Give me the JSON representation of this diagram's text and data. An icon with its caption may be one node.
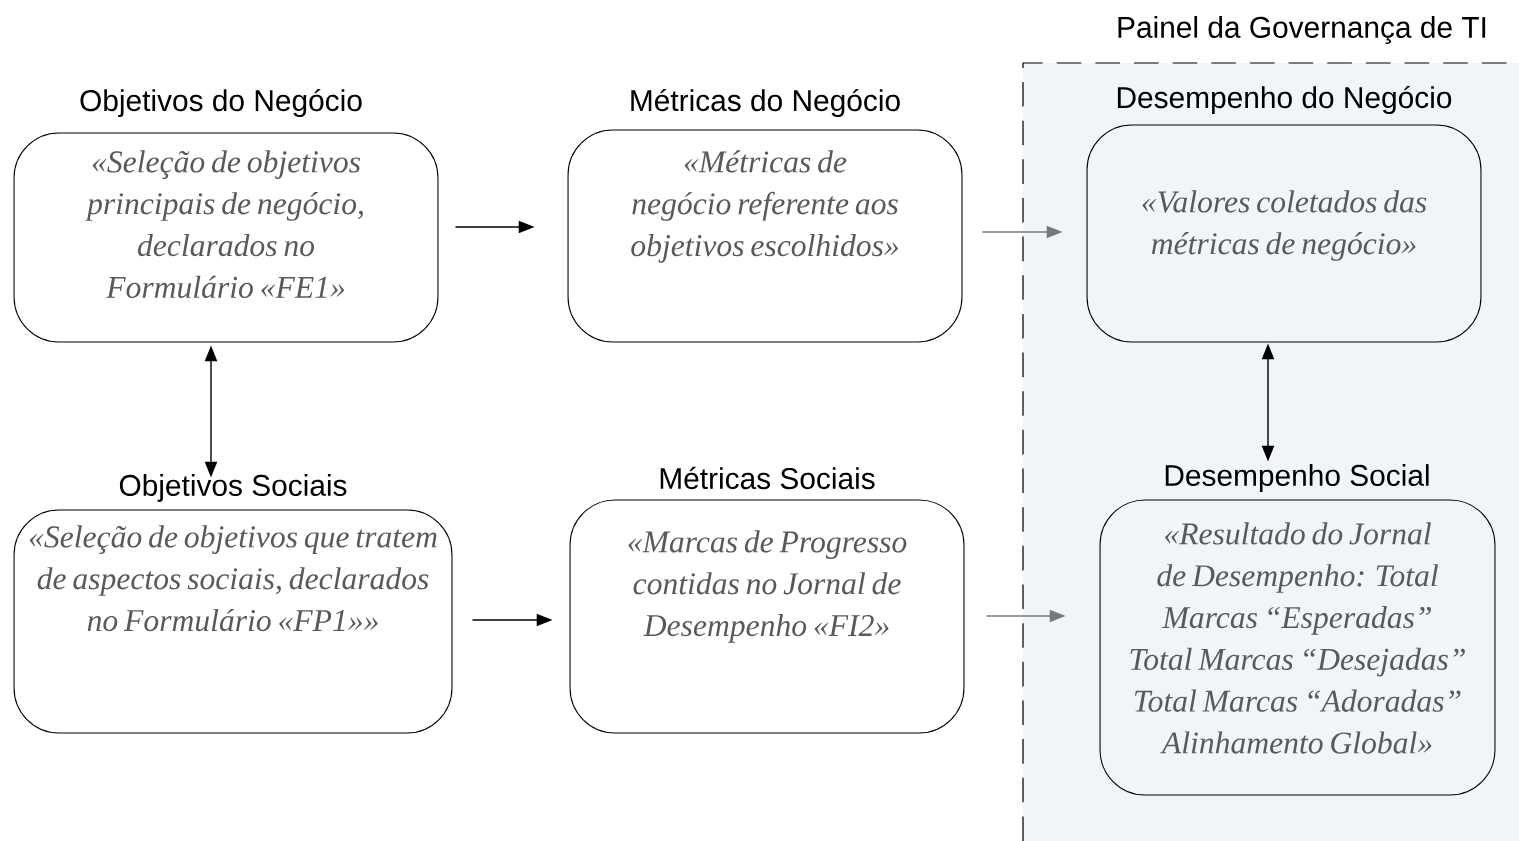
{
  "diagram": {
    "nodes": [
      {
        "text": [
          "Objetivos do Negócio",
          "«Seleção de objetivos principais de negócio, declarados no Formulário «FE1»"
        ]
      },
      {
        "text": [
          "Métricas do Negócio",
          "«Métricas de negócio referente aos objetivos escolhidos»"
        ]
      },
      {
        "text": [
          "Painel da Governança de TI"
        ]
      },
      {
        "text": [
          "Desempenho do Negócio",
          "«Valores coletados das métricas de negócio»"
        ],
        "in": 2
      },
      {
        "text": [
          "Objetivos Sociais",
          "«Seleção de objetivos que tratem de aspectos sociais, declarados no Formulário «FP1»»"
        ]
      },
      {
        "text": [
          "Métricas Sociais",
          "«Marcas de Progresso contidas no Jornal de Desempenho «FI2»"
        ]
      },
      {
        "text": [
          "Desempenho Social",
          "«Resultado do Jornal de Desempenho: Total Marcas “Esperadas” Total Marcas “Desejadas” Total Marcas “Adoradas” Alinhamento Global»"
        ],
        "in": 2
      }
    ],
    "edges": [
      {
        "from": 0,
        "to": 1,
        "arrow": "to"
      },
      {
        "from": 1,
        "to": 3,
        "arrow": "to",
        "color": "#76797c"
      },
      {
        "from": 0,
        "to": 4,
        "arrow": "both"
      },
      {
        "from": 3,
        "to": 6,
        "arrow": "both"
      },
      {
        "from": 4,
        "to": 5,
        "arrow": "to"
      },
      {
        "from": 5,
        "to": 6,
        "arrow": "to",
        "color": "#76797c"
      }
    ]
  }
}
